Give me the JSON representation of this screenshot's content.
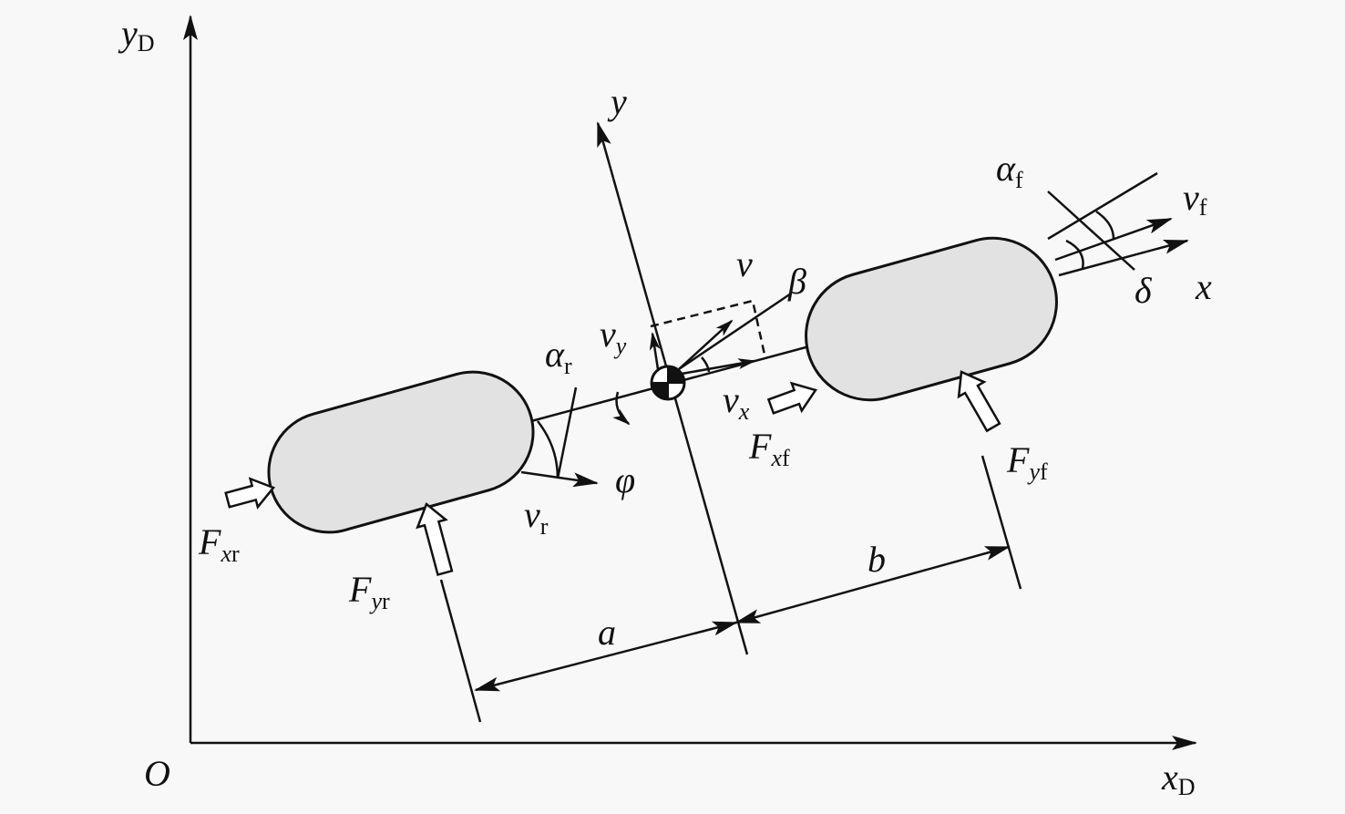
{
  "axes": {
    "y_label": "y",
    "y_sub": "D",
    "x_label": "x",
    "x_sub": "D",
    "origin": "O"
  },
  "body_axes": {
    "y": "y",
    "x": "x"
  },
  "velocities": {
    "v": "v",
    "vx": "v",
    "vx_sub": "x",
    "vy": "v",
    "vy_sub": "y",
    "vf": "v",
    "vf_sub": "f",
    "vr": "v",
    "vr_sub": "r"
  },
  "angles": {
    "beta": "β",
    "delta": "δ",
    "alpha_f": "α",
    "alpha_f_sub": "f",
    "alpha_r": "α",
    "alpha_r_sub": "r",
    "phi": "φ"
  },
  "forces": {
    "fxf": "F",
    "fxf_sub1": "x",
    "fxf_sub2": "f",
    "fyf": "F",
    "fyf_sub1": "y",
    "fyf_sub2": "f",
    "fxr": "F",
    "fxr_sub1": "x",
    "fxr_sub2": "r",
    "fyr": "F",
    "fyr_sub1": "y",
    "fyr_sub2": "r"
  },
  "dimensions": {
    "a": "a",
    "b": "b"
  }
}
